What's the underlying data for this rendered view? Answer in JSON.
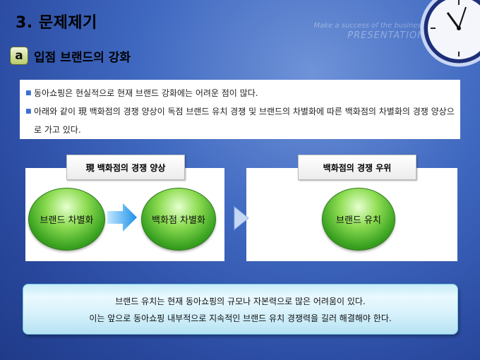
{
  "header": {
    "title": "3. 문제제기",
    "watermark_line1": "Make a success of the business",
    "watermark_line2": "PRESENTATION"
  },
  "subheading": {
    "badge": "a",
    "text": "입점 브랜드의 강화"
  },
  "bullets": [
    "동아쇼핑은 현실적으로 현재 브랜드 강화에는 어려운 점이 많다.",
    "아래와 같이 現 백화점의 경쟁 양상이 독점 브랜드 유치 경쟁 및  브랜드의 차별화에 따른 백화점의 차별화의 경쟁 양상으로 가고 있다."
  ],
  "left_panel": {
    "tab": "現 백화점의 경쟁 양상",
    "circle1": "브랜드 차별화",
    "circle2": "백화점 차별화"
  },
  "right_panel": {
    "tab": "백화점의 경쟁 우위",
    "circle": "브랜드 유치"
  },
  "summary": {
    "line1": "브랜드 유치는 현재 동아쇼핑의 규모나 자본력으로 많은 어려움이 있다.",
    "line2": "이는 앞으로 동아쇼핑 내부적으로 지속적인 브랜드 유치 경쟁력을 길러 해결해야 한다."
  },
  "colors": {
    "background": "#3f68c0",
    "circle_green": "#3aa321",
    "arrow_blue": "#2fa0f0"
  }
}
